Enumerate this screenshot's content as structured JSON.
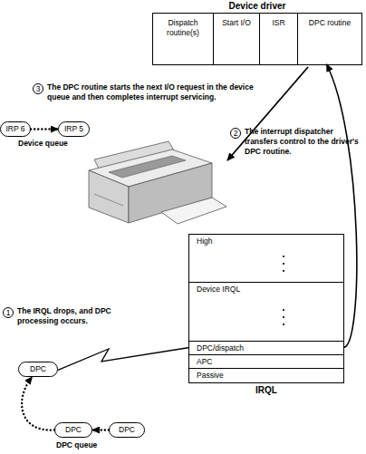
{
  "diagram": {
    "nodes": [
      {
        "text": [
          "Device driver"
        ]
      },
      {
        "text": [
          "Dispatch routine(s)"
        ],
        "in": 0
      },
      {
        "text": [
          "Start I/O"
        ],
        "in": 0
      },
      {
        "text": [
          "ISR"
        ],
        "in": 0
      },
      {
        "text": [
          "DPC routine"
        ],
        "in": 0
      },
      {
        "text": [
          "IRP 6"
        ]
      },
      {
        "text": [
          "IRP 5"
        ]
      },
      {
        "text": [
          "IRQL"
        ]
      },
      {
        "text": [
          "High"
        ],
        "in": 7
      },
      {
        "text": [
          "Device IRQL"
        ],
        "in": 7
      },
      {
        "text": [
          "DPC/dispatch"
        ],
        "in": 7
      },
      {
        "text": [
          "APC"
        ],
        "in": 7
      },
      {
        "text": [
          "Passive"
        ],
        "in": 7
      },
      {
        "text": [
          "DPC"
        ]
      },
      {
        "text": [
          "DPC"
        ]
      },
      {
        "text": [
          "DPC"
        ]
      }
    ],
    "edges": [
      {
        "from": 5,
        "to": 6,
        "arrow": "to"
      },
      {
        "from": 10,
        "to": 4,
        "arrow": "to"
      },
      {
        "from": 13,
        "to": 10,
        "arrow": "none"
      },
      {
        "from": 15,
        "to": 14,
        "arrow": "to"
      },
      {
        "from": 14,
        "to": 13,
        "arrow": "to"
      }
    ],
    "labels": [
      "3",
      "The DPC routine starts the next I/O request in the device queue and then completes interrupt servicing.",
      "Device queue",
      "2",
      "The interrupt dispatcher transfers control to the driver's DPC routine.",
      "1",
      "The IRQL drops, and DPC processing occurs.",
      "DPC queue"
    ]
  }
}
